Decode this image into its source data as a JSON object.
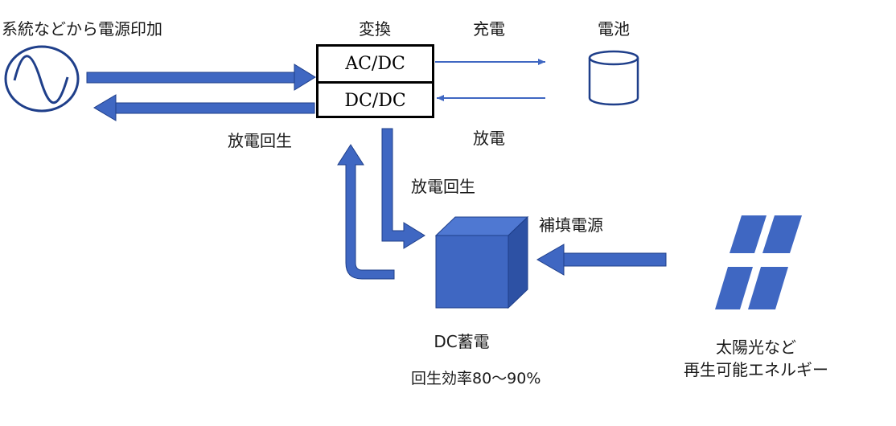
{
  "labels": {
    "grid_source": "系統などから電源印加",
    "conversion": "変換",
    "charge": "充電",
    "battery": "電池",
    "discharge": "放電",
    "regen_left": "放電回生",
    "regen_down": "放電回生",
    "supplement": "補填電源",
    "dc_storage": "DC蓄電",
    "efficiency": "回生効率80〜90%",
    "renewable_line1": "太陽光など",
    "renewable_line2": "再生可能エネルギー"
  },
  "converter": {
    "top": "AC/DC",
    "bottom": "DC/DC"
  },
  "colors": {
    "arrow": "#3f67c2",
    "arrow_dark": "#1f3f8a",
    "cube_front": "#3f67c2",
    "cube_top": "#4f78d2",
    "cube_side": "#2d51a4",
    "panel": "#3f67c2"
  },
  "icons": [
    "ac-sine-wave-icon",
    "battery-cylinder-icon",
    "dc-storage-cube-icon",
    "solar-panel-icon"
  ]
}
